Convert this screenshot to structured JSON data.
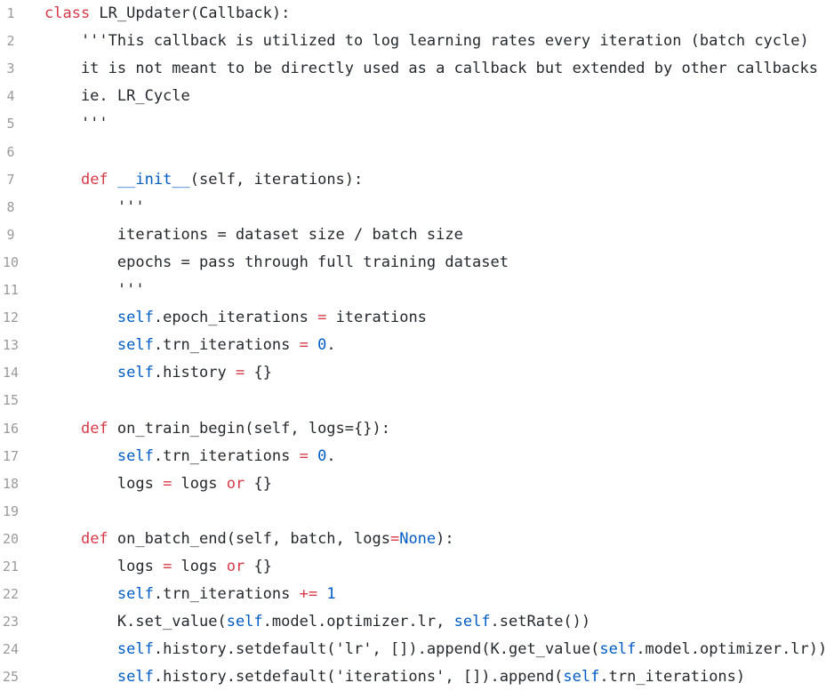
{
  "colors": {
    "background": "#ffffff",
    "text": "#24292e",
    "keyword": "#d73a49",
    "function": "#005cc5",
    "self": "#005cc5",
    "number": "#005cc5",
    "constant": "#005cc5",
    "line_number": "#9a9a9a"
  },
  "code_lines": [
    {
      "n": "1",
      "tokens": [
        {
          "t": "kw",
          "v": "class "
        },
        {
          "t": "plain",
          "v": "LR_Updater(Callback):"
        }
      ]
    },
    {
      "n": "2",
      "tokens": [
        {
          "t": "str",
          "v": "    '''This callback is utilized to log learning rates every iteration (batch cycle)"
        }
      ]
    },
    {
      "n": "3",
      "tokens": [
        {
          "t": "str",
          "v": "    it is not meant to be directly used as a callback but extended by other callbacks"
        }
      ]
    },
    {
      "n": "4",
      "tokens": [
        {
          "t": "str",
          "v": "    ie. LR_Cycle"
        }
      ]
    },
    {
      "n": "5",
      "tokens": [
        {
          "t": "str",
          "v": "    '''"
        }
      ]
    },
    {
      "n": "6",
      "tokens": []
    },
    {
      "n": "7",
      "tokens": [
        {
          "t": "plain",
          "v": "    "
        },
        {
          "t": "kw",
          "v": "def "
        },
        {
          "t": "fn",
          "v": "__init__"
        },
        {
          "t": "plain",
          "v": "(self, iterations):"
        }
      ]
    },
    {
      "n": "8",
      "tokens": [
        {
          "t": "str",
          "v": "        '''"
        }
      ]
    },
    {
      "n": "9",
      "tokens": [
        {
          "t": "str",
          "v": "        iterations = dataset size / batch size"
        }
      ]
    },
    {
      "n": "10",
      "tokens": [
        {
          "t": "str",
          "v": "        epochs = pass through full training dataset"
        }
      ]
    },
    {
      "n": "11",
      "tokens": [
        {
          "t": "str",
          "v": "        '''"
        }
      ]
    },
    {
      "n": "12",
      "tokens": [
        {
          "t": "plain",
          "v": "        "
        },
        {
          "t": "self",
          "v": "self"
        },
        {
          "t": "plain",
          "v": ".epoch_iterations "
        },
        {
          "t": "op",
          "v": "="
        },
        {
          "t": "plain",
          "v": " iterations"
        }
      ]
    },
    {
      "n": "13",
      "tokens": [
        {
          "t": "plain",
          "v": "        "
        },
        {
          "t": "self",
          "v": "self"
        },
        {
          "t": "plain",
          "v": ".trn_iterations "
        },
        {
          "t": "op",
          "v": "="
        },
        {
          "t": "plain",
          "v": " "
        },
        {
          "t": "num",
          "v": "0"
        },
        {
          "t": "plain",
          "v": "."
        }
      ]
    },
    {
      "n": "14",
      "tokens": [
        {
          "t": "plain",
          "v": "        "
        },
        {
          "t": "self",
          "v": "self"
        },
        {
          "t": "plain",
          "v": ".history "
        },
        {
          "t": "op",
          "v": "="
        },
        {
          "t": "plain",
          "v": " {}"
        }
      ]
    },
    {
      "n": "15",
      "tokens": []
    },
    {
      "n": "16",
      "tokens": [
        {
          "t": "plain",
          "v": "    "
        },
        {
          "t": "kw",
          "v": "def "
        },
        {
          "t": "plain",
          "v": "on_train_begin(self, logs={}):"
        }
      ]
    },
    {
      "n": "17",
      "tokens": [
        {
          "t": "plain",
          "v": "        "
        },
        {
          "t": "self",
          "v": "self"
        },
        {
          "t": "plain",
          "v": ".trn_iterations "
        },
        {
          "t": "op",
          "v": "="
        },
        {
          "t": "plain",
          "v": " "
        },
        {
          "t": "num",
          "v": "0"
        },
        {
          "t": "plain",
          "v": "."
        }
      ]
    },
    {
      "n": "18",
      "tokens": [
        {
          "t": "plain",
          "v": "        logs "
        },
        {
          "t": "op",
          "v": "="
        },
        {
          "t": "plain",
          "v": " logs "
        },
        {
          "t": "kw",
          "v": "or"
        },
        {
          "t": "plain",
          "v": " {}"
        }
      ]
    },
    {
      "n": "19",
      "tokens": []
    },
    {
      "n": "20",
      "tokens": [
        {
          "t": "plain",
          "v": "    "
        },
        {
          "t": "kw",
          "v": "def "
        },
        {
          "t": "plain",
          "v": "on_batch_end(self, batch, logs"
        },
        {
          "t": "op",
          "v": "="
        },
        {
          "t": "const",
          "v": "None"
        },
        {
          "t": "plain",
          "v": "):"
        }
      ]
    },
    {
      "n": "21",
      "tokens": [
        {
          "t": "plain",
          "v": "        logs "
        },
        {
          "t": "op",
          "v": "="
        },
        {
          "t": "plain",
          "v": " logs "
        },
        {
          "t": "kw",
          "v": "or"
        },
        {
          "t": "plain",
          "v": " {}"
        }
      ]
    },
    {
      "n": "22",
      "tokens": [
        {
          "t": "plain",
          "v": "        "
        },
        {
          "t": "self",
          "v": "self"
        },
        {
          "t": "plain",
          "v": ".trn_iterations "
        },
        {
          "t": "op",
          "v": "+="
        },
        {
          "t": "plain",
          "v": " "
        },
        {
          "t": "num",
          "v": "1"
        }
      ]
    },
    {
      "n": "23",
      "tokens": [
        {
          "t": "plain",
          "v": "        K.set_value("
        },
        {
          "t": "self",
          "v": "self"
        },
        {
          "t": "plain",
          "v": ".model.optimizer.lr, "
        },
        {
          "t": "self",
          "v": "self"
        },
        {
          "t": "plain",
          "v": ".setRate())"
        }
      ]
    },
    {
      "n": "24",
      "tokens": [
        {
          "t": "plain",
          "v": "        "
        },
        {
          "t": "self",
          "v": "self"
        },
        {
          "t": "plain",
          "v": ".history.setdefault('lr', []).append(K.get_value("
        },
        {
          "t": "self",
          "v": "self"
        },
        {
          "t": "plain",
          "v": ".model.optimizer.lr))"
        }
      ]
    },
    {
      "n": "25",
      "tokens": [
        {
          "t": "plain",
          "v": "        "
        },
        {
          "t": "self",
          "v": "self"
        },
        {
          "t": "plain",
          "v": ".history.setdefault('iterations', []).append("
        },
        {
          "t": "self",
          "v": "self"
        },
        {
          "t": "plain",
          "v": ".trn_iterations)"
        }
      ]
    }
  ]
}
